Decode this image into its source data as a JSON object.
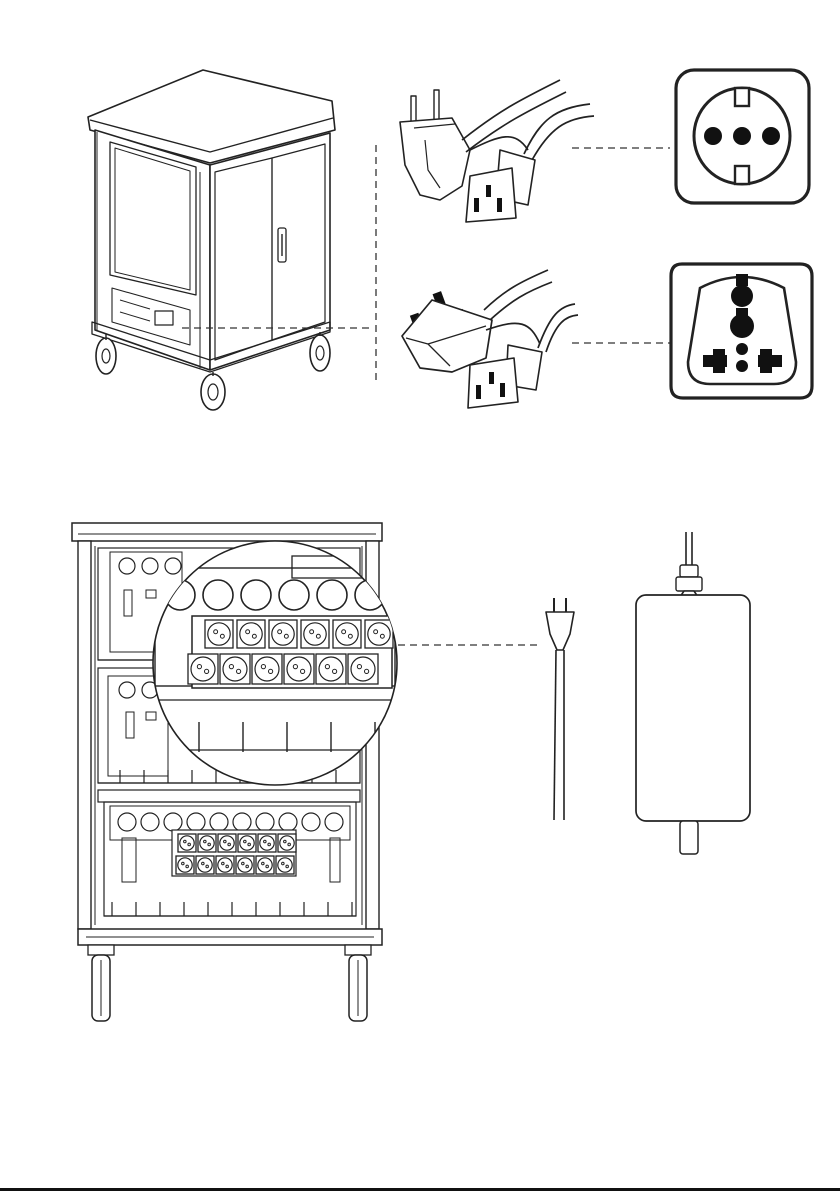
{
  "figure": {
    "caption": "",
    "colors": {
      "line": "#222222",
      "fill": "#ffffff",
      "solid": "#111111"
    },
    "illustrations": [
      "cart-exterior",
      "eu-schuko-power-cord",
      "schuko-wall-socket",
      "uk-power-cord",
      "universal-wall-socket",
      "cart-interior",
      "outlet-strip-magnifier",
      "euro-plug-cable",
      "power-adapter-brick"
    ]
  }
}
